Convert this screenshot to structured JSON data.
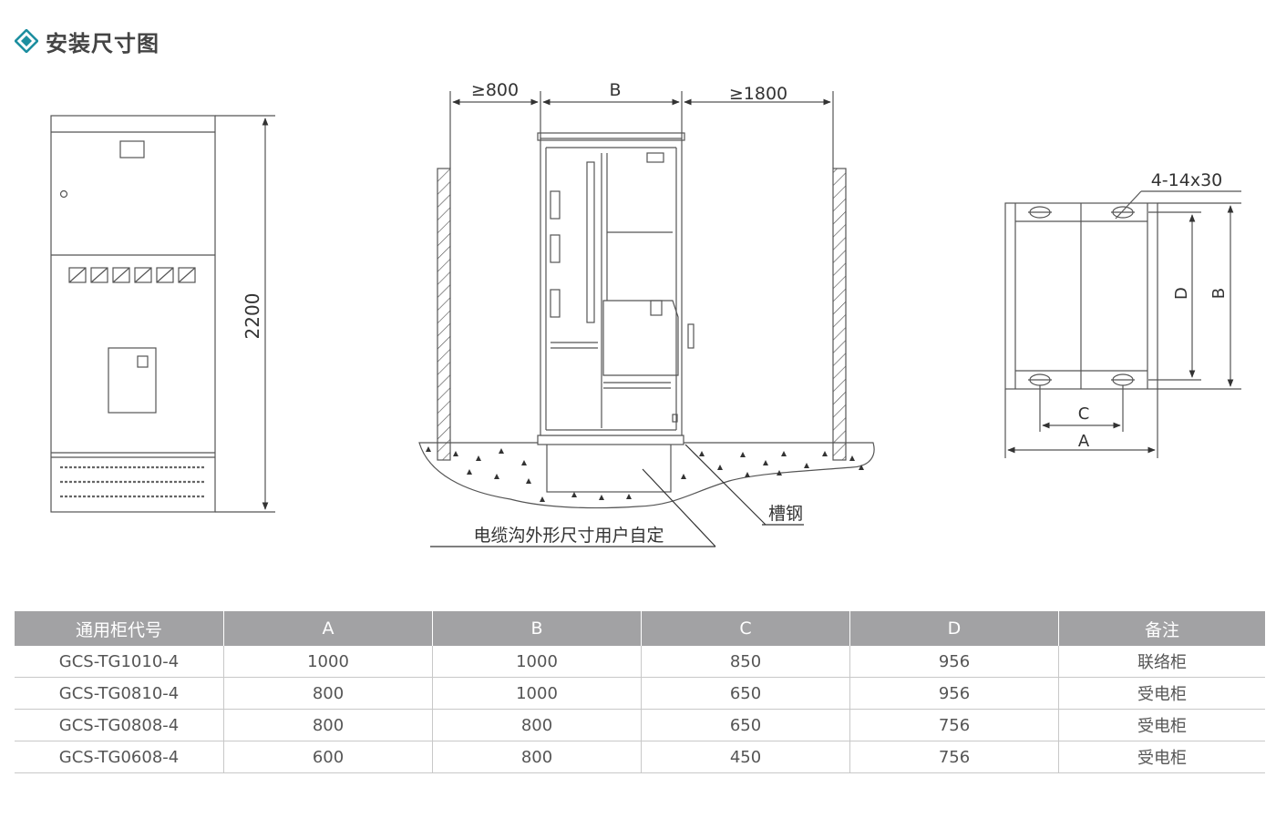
{
  "header": {
    "title": "安装尺寸图",
    "icon": "diamond-icon",
    "accent": "#1d8fa0"
  },
  "front_view": {
    "height_label": "2200"
  },
  "side_view": {
    "left_clearance": "≥800",
    "depth_label": "B",
    "right_clearance": "≥1800",
    "channel_label": "槽钢",
    "trench_note": "电缆沟外形尺寸用户自定"
  },
  "base_plan": {
    "hole_spec": "4-14x30",
    "dim_d": "D",
    "dim_b": "B",
    "dim_c": "C",
    "dim_a": "A"
  },
  "table": {
    "headers": [
      "通用柜代号",
      "A",
      "B",
      "C",
      "D",
      "备注"
    ],
    "rows": [
      [
        "GCS-TG1010-4",
        "1000",
        "1000",
        "850",
        "956",
        "联络柜"
      ],
      [
        "GCS-TG0810-4",
        "800",
        "1000",
        "650",
        "956",
        "受电柜"
      ],
      [
        "GCS-TG0808-4",
        "800",
        "800",
        "650",
        "756",
        "受电柜"
      ],
      [
        "GCS-TG0608-4",
        "600",
        "800",
        "450",
        "756",
        "受电柜"
      ]
    ]
  }
}
